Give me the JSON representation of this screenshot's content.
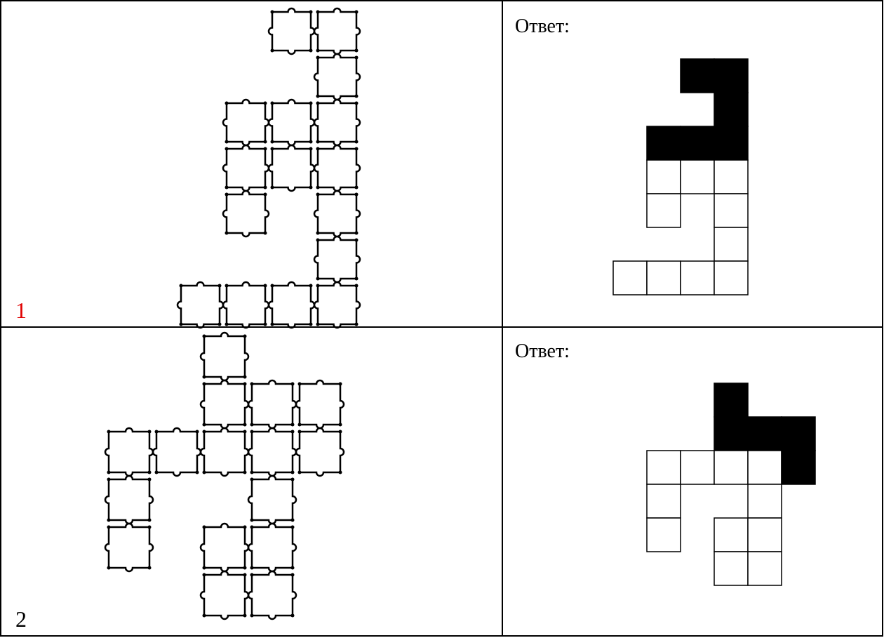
{
  "rows": [
    {
      "number": "1",
      "number_color": "#e00000",
      "answer_label": "Ответ:",
      "puzzle_cells": [
        [
          1,
          0
        ],
        [
          2,
          0
        ],
        [
          2,
          1
        ],
        [
          0,
          2
        ],
        [
          1,
          2
        ],
        [
          2,
          2
        ],
        [
          0,
          3
        ],
        [
          1,
          3
        ],
        [
          2,
          3
        ],
        [
          0,
          4
        ],
        [
          2,
          4
        ],
        [
          2,
          5
        ],
        [
          -1,
          6
        ],
        [
          0,
          6
        ],
        [
          1,
          6
        ],
        [
          2,
          6
        ]
      ],
      "answer_grid": {
        "cells": [
          [
            2,
            0
          ],
          [
            3,
            0
          ],
          [
            3,
            1
          ],
          [
            1,
            2
          ],
          [
            2,
            2
          ],
          [
            3,
            2
          ],
          [
            1,
            3
          ],
          [
            2,
            3
          ],
          [
            3,
            3
          ],
          [
            1,
            4
          ],
          [
            3,
            4
          ],
          [
            3,
            5
          ],
          [
            0,
            6
          ],
          [
            1,
            6
          ],
          [
            2,
            6
          ],
          [
            3,
            6
          ]
        ],
        "filled": [
          [
            2,
            0
          ],
          [
            3,
            0
          ],
          [
            3,
            1
          ],
          [
            1,
            2
          ],
          [
            2,
            2
          ],
          [
            3,
            2
          ]
        ]
      }
    },
    {
      "number": "2",
      "number_color": "#000000",
      "answer_label": "Ответ:",
      "puzzle_cells": [
        [
          2,
          0
        ],
        [
          2,
          1
        ],
        [
          3,
          1
        ],
        [
          4,
          1
        ],
        [
          0,
          2
        ],
        [
          1,
          2
        ],
        [
          2,
          2
        ],
        [
          3,
          2
        ],
        [
          4,
          2
        ],
        [
          0,
          3
        ],
        [
          3,
          3
        ],
        [
          0,
          4
        ],
        [
          2,
          4
        ],
        [
          3,
          4
        ],
        [
          2,
          5
        ],
        [
          3,
          5
        ]
      ],
      "answer_grid": {
        "cells": [
          [
            2,
            0
          ],
          [
            2,
            1
          ],
          [
            3,
            1
          ],
          [
            4,
            1
          ],
          [
            0,
            2
          ],
          [
            1,
            2
          ],
          [
            2,
            2
          ],
          [
            3,
            2
          ],
          [
            4,
            2
          ],
          [
            0,
            3
          ],
          [
            3,
            3
          ],
          [
            0,
            4
          ],
          [
            2,
            4
          ],
          [
            3,
            4
          ],
          [
            2,
            5
          ],
          [
            3,
            5
          ]
        ],
        "filled": [
          [
            2,
            0
          ],
          [
            2,
            1
          ],
          [
            3,
            1
          ],
          [
            4,
            1
          ],
          [
            4,
            2
          ]
        ]
      }
    }
  ]
}
